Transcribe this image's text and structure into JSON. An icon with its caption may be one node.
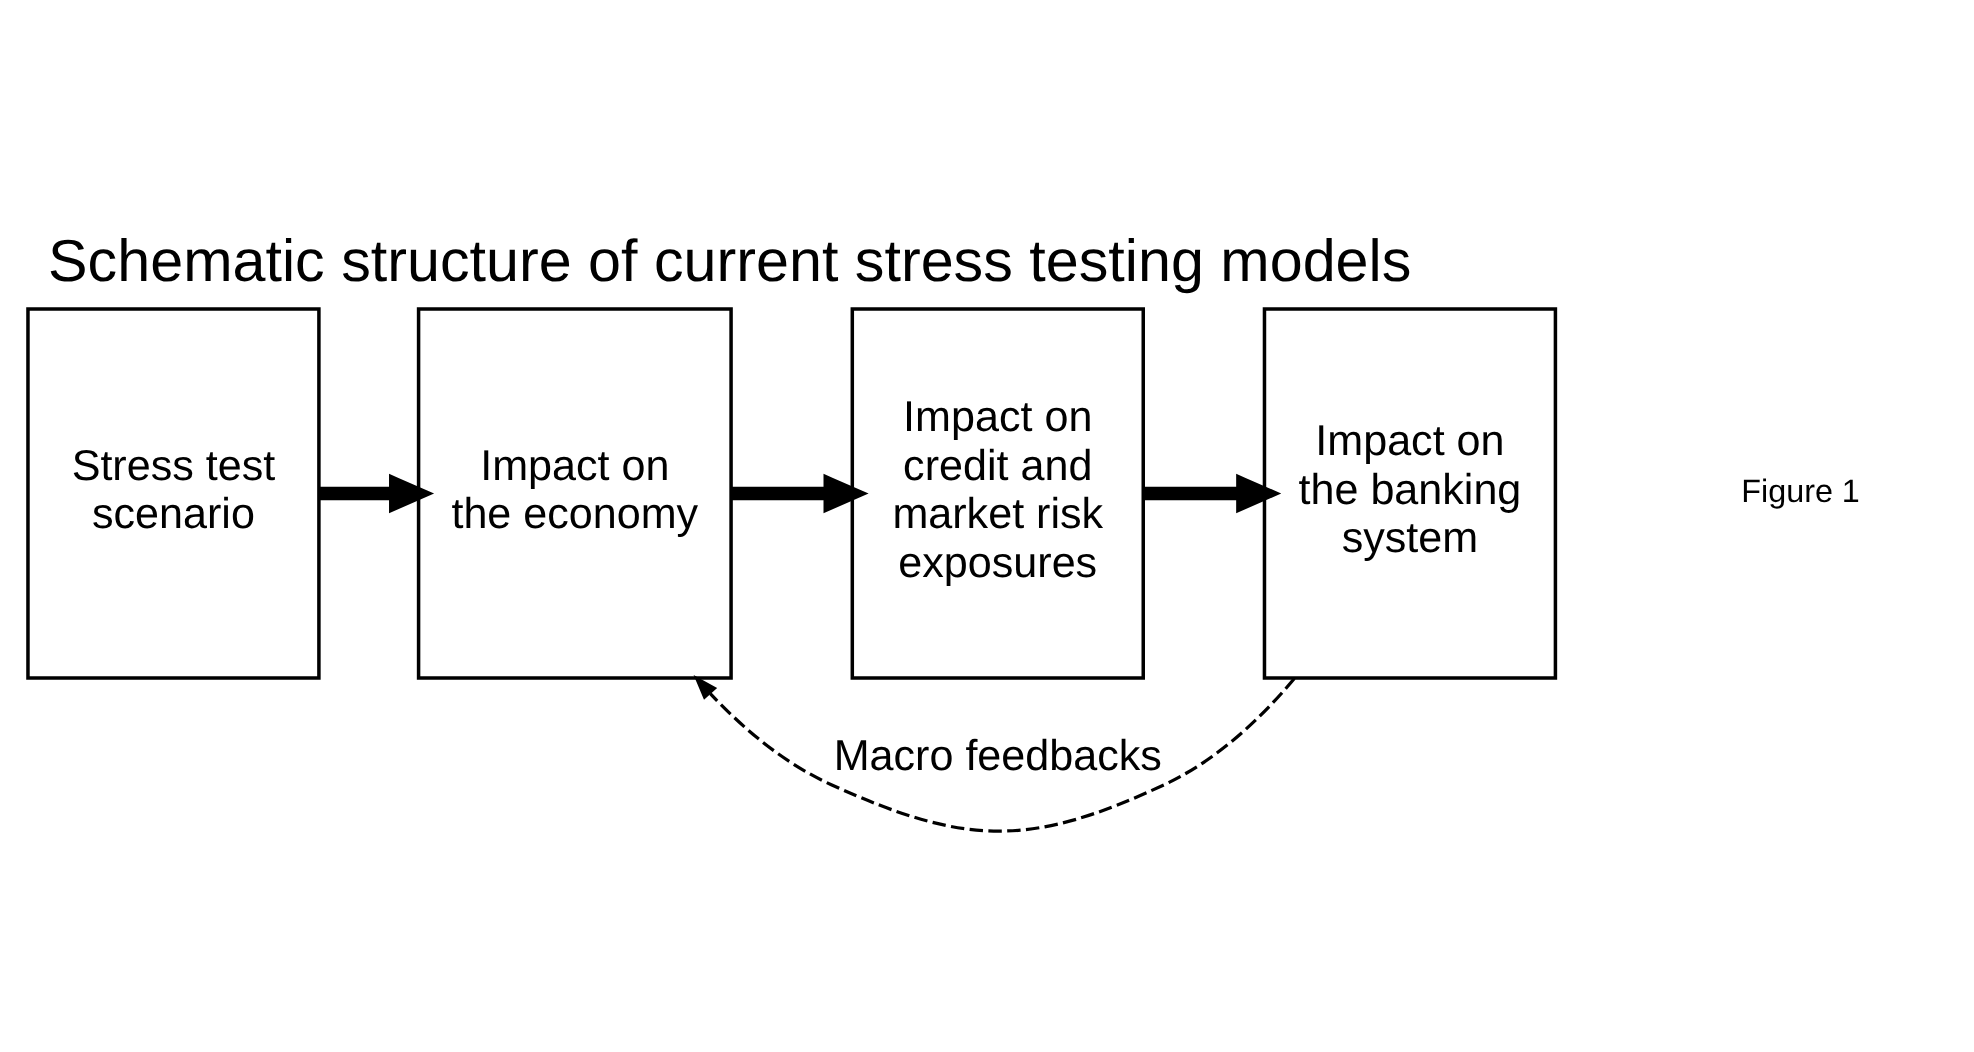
{
  "diagram": {
    "title": "Schematic structure of current stress testing models",
    "nodes": [
      {
        "text": [
          "Stress test scenario"
        ]
      },
      {
        "text": [
          "Impact on the economy"
        ]
      },
      {
        "text": [
          "Impact on credit and market risk exposures"
        ]
      },
      {
        "text": [
          "Impact on the banking system"
        ]
      }
    ],
    "edges": [
      {
        "from": 0,
        "to": 1,
        "arrow": "to"
      },
      {
        "from": 1,
        "to": 2,
        "arrow": "to"
      },
      {
        "from": 2,
        "to": 3,
        "arrow": "to"
      },
      {
        "from": 3,
        "to": 1,
        "arrow": "to",
        "style": "dashed",
        "label": "Macro feedbacks"
      }
    ],
    "labels": [
      "Figure 1"
    ]
  }
}
